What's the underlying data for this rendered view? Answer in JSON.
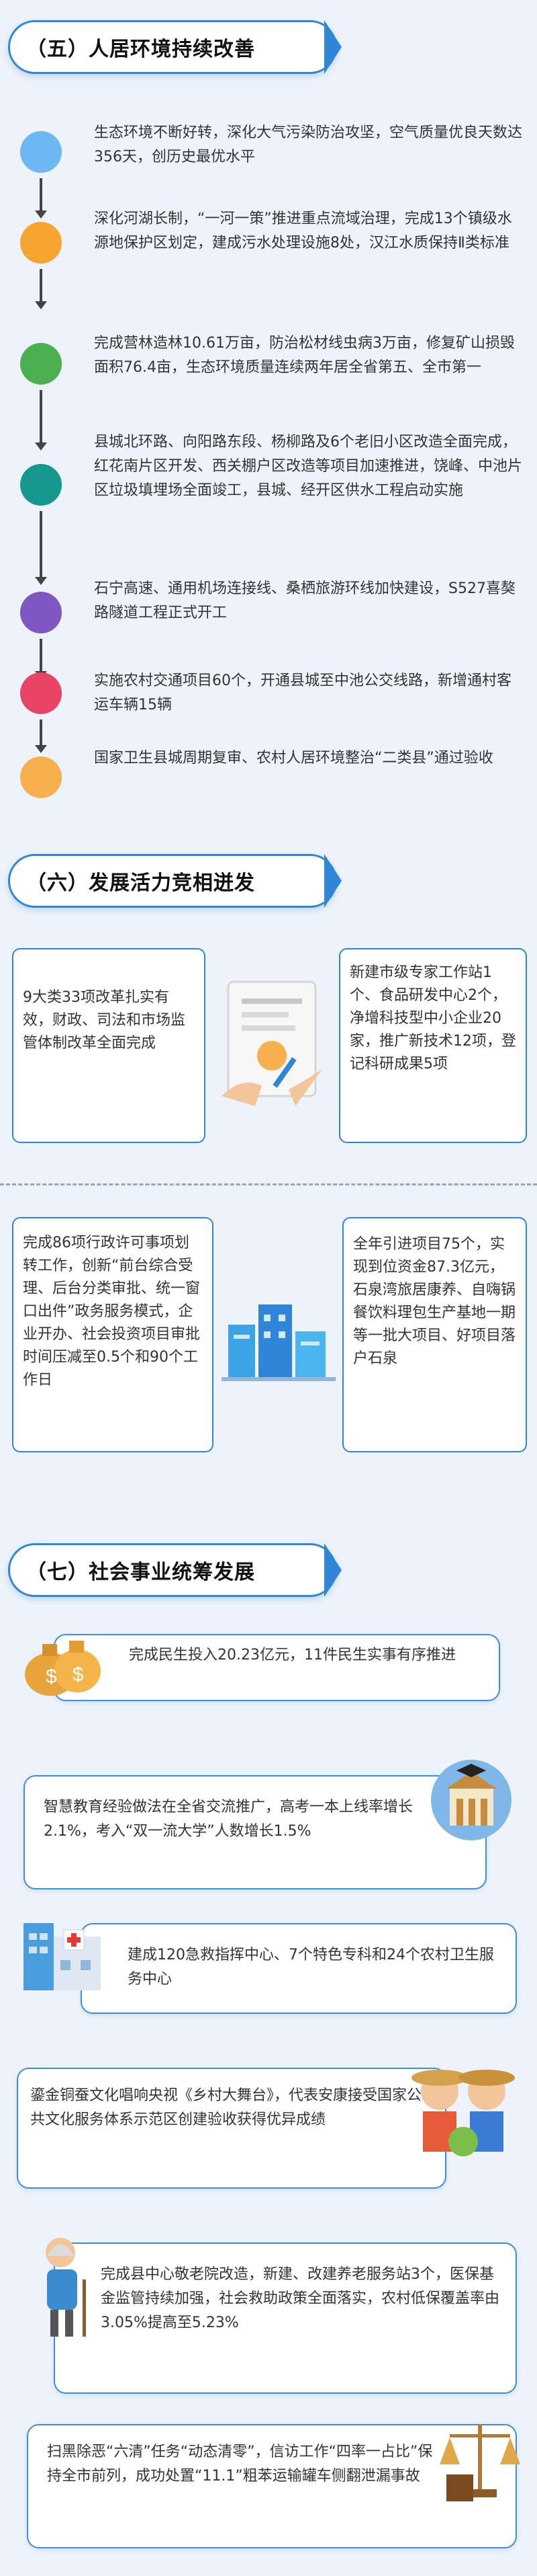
{
  "sections": {
    "s5": {
      "title": "（五）人居环境持续改善"
    },
    "s6": {
      "title": "（六）发展活力竞相迸发"
    },
    "s7": {
      "title": "（七）社会事业统筹发展"
    }
  },
  "timeline": [
    {
      "color": "#6db8f2",
      "text": "生态环境不断好转，深化大气污染防治攻坚，空气质量优良天数达356天，创历史最优水平"
    },
    {
      "color": "#f6a531",
      "text": "深化河湖长制，“一河一策”推进重点流域治理，完成13个镇级水源地保护区划定，建成污水处理设施8处，汉江水质保持Ⅱ类标准"
    },
    {
      "color": "#4caf50",
      "text": "完成营林造林10.61万亩，防治松材线虫病3万亩，修复矿山损毁面积76.4亩，生态环境质量连续两年居全省第五、全市第一"
    },
    {
      "color": "#16988f",
      "text": "县城北环路、向阳路东段、杨柳路及6个老旧小区改造全面完成，红花南片区开发、西关棚户区改造等项目加速推进，饶峰、中池片区垃圾填埋场全面竣工，县城、经开区供水工程启动实施"
    },
    {
      "color": "#7e57c2",
      "text": "石宁高速、通用机场连接线、桑栖旅游环线加快建设，S527喜獒路隧道工程正式开工"
    },
    {
      "color": "#e94365",
      "text": "实施农村交通项目60个，开通县城至中池公交线路，新增通村客运车辆15辆"
    },
    {
      "color": "#f6b04e",
      "text": "国家卫生县城周期复审、农村人居环境整治“二类县”通过验收"
    }
  ],
  "s6_cards": {
    "tl": "9大类33项改革扎实有效，财政、司法和市场监管体制改革全面完成",
    "tr": "新建市级专家工作站1个、食品研发中心2个，净增科技型中小企业20家，推广新技术12项，登记科研成果5项",
    "bl": "完成86项行政许可事项划转工作，创新“前台综合受理、后台分类审批、统一窗口出件”政务服务模式，企业开办、社会投资项目审批时间压减至0.5个和90个工作日",
    "br": "全年引进项目75个，实现到位资金87.3亿元，石泉湾旅居康养、自嗨锅餐饮料理包生产基地一期等一批大项目、好项目落户石泉"
  },
  "s7_rows": [
    {
      "text": "完成民生投入20.23亿元，11件民生实事有序推进",
      "icon": "money-bags-icon"
    },
    {
      "text": "智慧教育经验做法在全省交流推广，高考一本上线率增长2.1%，考入“双一流大学”人数增长1.5%",
      "icon": "graduation-icon"
    },
    {
      "text": "建成120急救指挥中心、7个特色专科和24个农村卫生服务中心",
      "icon": "hospital-icon"
    },
    {
      "text": "鎏金铜蚕文化唱响央视《乡村大舞台》，代表安康接受国家公共文化服务体系示范区创建验收获得优异成绩",
      "icon": "farmers-icon"
    },
    {
      "text": "完成县中心敬老院改造，新建、改建养老服务站3个，医保基金监管持续加强，社会救助政策全面落实，农村低保覆盖率由3.05%提高至5.23%",
      "icon": "elderly-icon"
    },
    {
      "text": "扫黑除恶“六清”任务“动态清零”，信访工作“四率一占比”保持全市前列，成功处置“11.1”粗苯运输罐车侧翻泄漏事故",
      "icon": "justice-scale-icon"
    }
  ]
}
